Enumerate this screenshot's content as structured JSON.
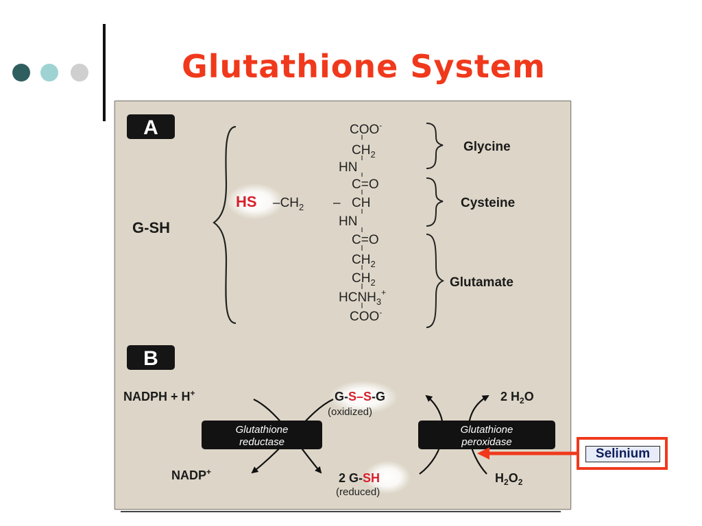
{
  "title": "Glutathione System",
  "colors": {
    "title": "#f0391c",
    "dot_dark": "#2f5e5f",
    "dot_mid": "#9fd3d3",
    "dot_light": "#cfcfcf",
    "panel": "#ddd6c8",
    "highlight_red": "#d8202c",
    "arrow": "#f0391c",
    "selenium_text": "#0d1e5c"
  },
  "panel_a": {
    "label": "A",
    "molecule_label": "G-SH",
    "hs": "HS",
    "ch2_link": "–CH",
    "ch2_link_sub": "2",
    "dash": "–",
    "chain": [
      {
        "text": "COO",
        "sup": "-"
      },
      {
        "text": "CH",
        "sub": "2"
      },
      {
        "text": "HN"
      },
      {
        "text": "C=O"
      },
      {
        "text": "CH"
      },
      {
        "text": "HN"
      },
      {
        "text": "C=O"
      },
      {
        "text": "CH",
        "sub": "2"
      },
      {
        "text": "CH",
        "sub": "2"
      },
      {
        "text": "HCNH",
        "sub": "3",
        "sup": "+"
      },
      {
        "text": "COO",
        "sup": "-"
      }
    ],
    "residues": [
      "Glycine",
      "Cysteine",
      "Glutamate"
    ]
  },
  "panel_b": {
    "label": "B",
    "nadph": "NADPH + H",
    "nadph_sup": "+",
    "nadp": "NADP",
    "nadp_sup": "+",
    "gssg_left": "G-",
    "gssg_s1": "S",
    "gssg_mid": "–",
    "gssg_s2": "S",
    "gssg_right": "-G",
    "oxidized": "(oxidized)",
    "gsh_prefix": "2 G-",
    "gsh_sh": "SH",
    "reduced": "(reduced)",
    "water_prefix": "2 H",
    "water_sub": "2",
    "water_suffix": "O",
    "h2o2_h": "H",
    "h2o2_sub1": "2",
    "h2o2_o": "O",
    "h2o2_sub2": "2",
    "reductase": [
      "Glutathione",
      "reductase"
    ],
    "peroxidase": [
      "Glutathione",
      "peroxidase"
    ]
  },
  "selenium": "Selinium"
}
